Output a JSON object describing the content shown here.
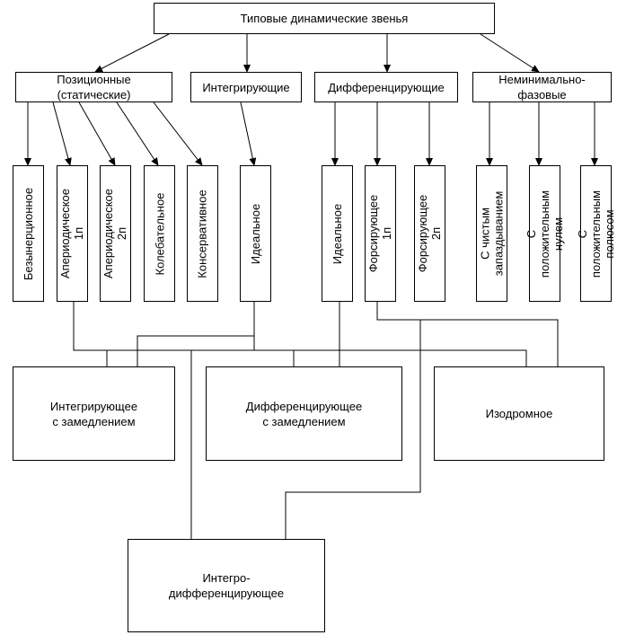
{
  "diagram": {
    "root": "Типовые динамические звенья",
    "categories": {
      "positional": "Позиционные\n(статические)",
      "integrating": "Интегрирующие",
      "differentiating": "Дифференцирующие",
      "nonminimal": "Неминимально-\nфазовые"
    },
    "positional_links": [
      "Безынерционное",
      "Апериодическое 1п",
      "Апериодическое 2п",
      "Колебательное",
      "Консервативное"
    ],
    "integrating_links": [
      "Идеальное"
    ],
    "differentiating_links": [
      "Идеальное",
      "Форсирующее 1п",
      "Форсирующее 2п"
    ],
    "nonminimal_links": [
      "С чистым\nзапаздыванием",
      "С положительным\nнулем",
      "С положительным\nполюсом"
    ],
    "combined": {
      "integrating_delay": "Интегрирующее\nс замедлением",
      "differentiating_delay": "Дифференцирующее\nс замедлением",
      "isodromic": "Изодромное",
      "integro_differentiating": "Интегро-\nдифференцирующее"
    }
  }
}
